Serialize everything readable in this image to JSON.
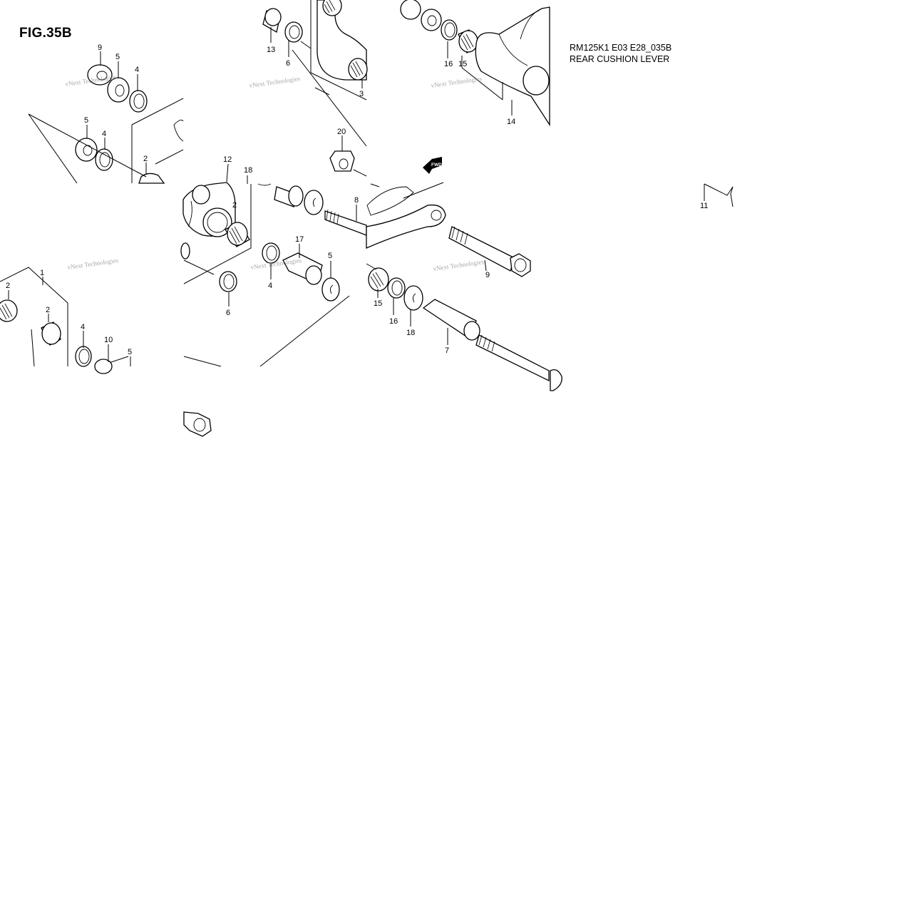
{
  "figure": {
    "title": "FIG.35B",
    "code": "RM125K1 E03 E28_035B",
    "name": "REAR CUSHION LEVER"
  },
  "watermark": {
    "line1": "vNext Technologies"
  },
  "fwd_arrow": {
    "text": "FWD",
    "icon": "fwd-arrow-icon"
  },
  "callouts": [
    {
      "label": "9"
    },
    {
      "label": "5"
    },
    {
      "label": "4"
    },
    {
      "label": "5"
    },
    {
      "label": "4"
    },
    {
      "label": "2"
    },
    {
      "label": "13"
    },
    {
      "label": "6"
    },
    {
      "label": "3"
    },
    {
      "label": "20"
    },
    {
      "label": "16"
    },
    {
      "label": "15"
    },
    {
      "label": "14"
    },
    {
      "label": "12"
    },
    {
      "label": "18"
    },
    {
      "label": "2"
    },
    {
      "label": "8"
    },
    {
      "label": "17"
    },
    {
      "label": "5"
    },
    {
      "label": "4"
    },
    {
      "label": "6"
    },
    {
      "label": "1"
    },
    {
      "label": "2"
    },
    {
      "label": "2"
    },
    {
      "label": "4"
    },
    {
      "label": "10"
    },
    {
      "label": "5"
    },
    {
      "label": "9"
    },
    {
      "label": "15"
    },
    {
      "label": "16"
    },
    {
      "label": "18"
    },
    {
      "label": "7"
    },
    {
      "label": "11"
    }
  ]
}
